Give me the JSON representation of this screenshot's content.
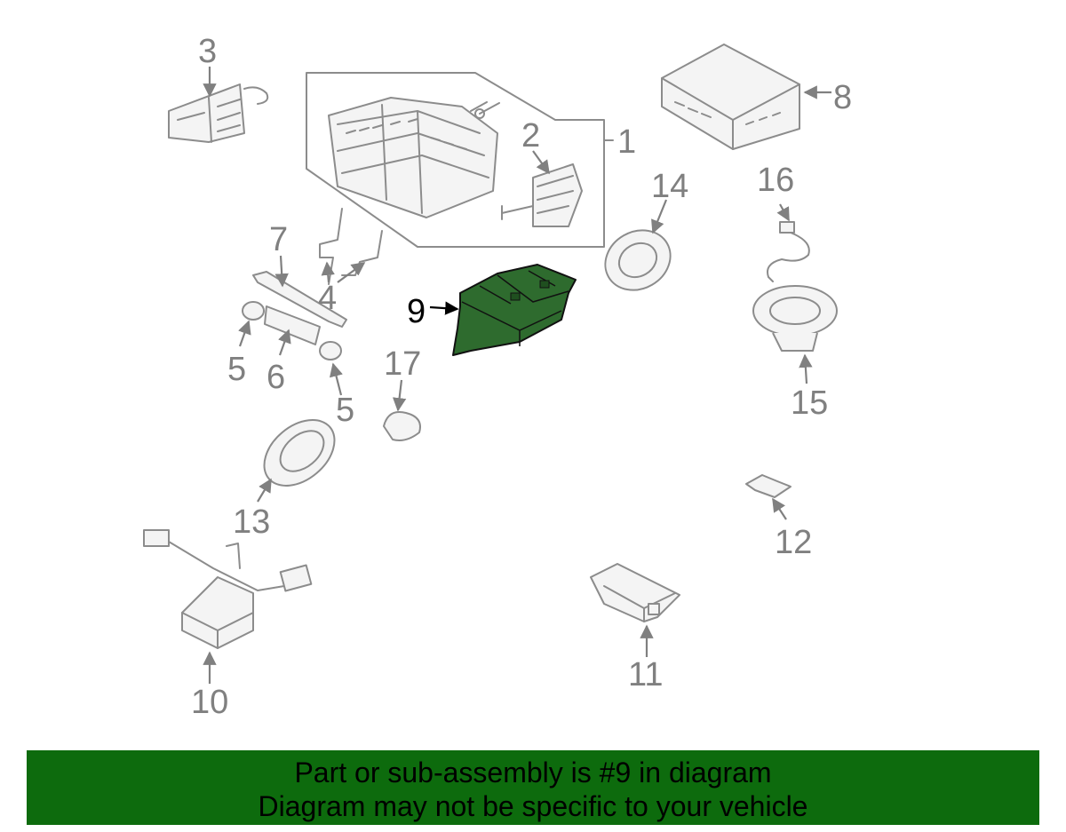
{
  "callouts": {
    "c1": "1",
    "c2": "2",
    "c3": "3",
    "c4": "4",
    "c5a": "5",
    "c5b": "5",
    "c6": "6",
    "c7": "7",
    "c8": "8",
    "c9": "9",
    "c10": "10",
    "c11": "11",
    "c12": "12",
    "c13": "13",
    "c14": "14",
    "c15": "15",
    "c16": "16",
    "c17": "17"
  },
  "highlight": {
    "part": "9",
    "color": "#2e6b2e"
  },
  "banner": {
    "line1": "Part or sub-assembly is #9 in diagram",
    "line2": "Diagram may not be specific to your vehicle",
    "background": "#0d6b0d"
  }
}
